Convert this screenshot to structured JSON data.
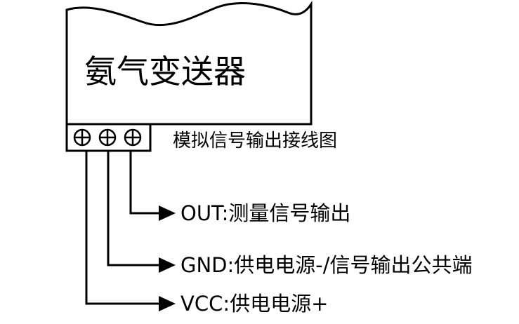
{
  "device": {
    "title": "氨气变送器"
  },
  "terminal_block": {
    "terminal_count": 3,
    "terminal_icon": "circled-plus-screw-terminal-icon"
  },
  "caption": "模拟信号输出接线图",
  "connections": [
    {
      "id": "out",
      "label": "OUT:测量信号输出"
    },
    {
      "id": "gnd",
      "label": "GND:供电电源-/信号输出公共端"
    },
    {
      "id": "vcc",
      "label": "VCC:供电电源+"
    }
  ],
  "colors": {
    "line": "#000000",
    "background": "#ffffff"
  }
}
